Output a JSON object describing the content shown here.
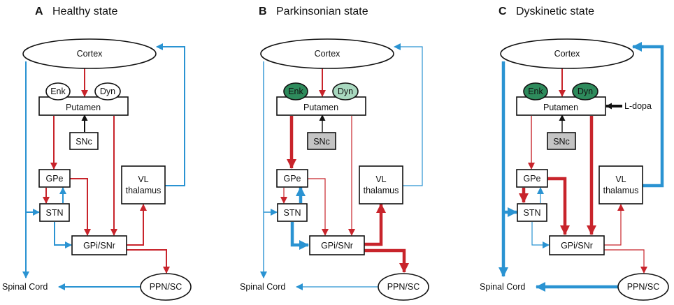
{
  "colors": {
    "excitatory": "#2a93d2",
    "inhibitory": "#c8242b",
    "dopamine_dark": "#2e8b5c",
    "dopamine_light": "#a8d8bf",
    "snc_lesioned": "#c4c4c4",
    "line": "#111111"
  },
  "panels": [
    {
      "letter": "A",
      "title": "Healthy state",
      "labels": {
        "cortex": "Cortex",
        "enk": "Enk",
        "dyn": "Dyn",
        "putamen": "Putamen",
        "snc": "SNc",
        "gpe": "GPe",
        "stn": "STN",
        "vl1": "VL",
        "vl2": "thalamus",
        "gpi": "GPi/SNr",
        "ppn": "PPN/SC",
        "spinal": "Spinal Cord",
        "ldopa": ""
      }
    },
    {
      "letter": "B",
      "title": "Parkinsonian state",
      "labels": {
        "cortex": "Cortex",
        "enk": "Enk",
        "dyn": "Dyn",
        "putamen": "Putamen",
        "snc": "SNc",
        "gpe": "GPe",
        "stn": "STN",
        "vl1": "VL",
        "vl2": "thalamus",
        "gpi": "GPi/SNr",
        "ppn": "PPN/SC",
        "spinal": "Spinal Cord",
        "ldopa": ""
      }
    },
    {
      "letter": "C",
      "title": "Dyskinetic state",
      "labels": {
        "cortex": "Cortex",
        "enk": "Enk",
        "dyn": "Dyn",
        "putamen": "Putamen",
        "snc": "SNc",
        "gpe": "GPe",
        "stn": "STN",
        "vl1": "VL",
        "vl2": "thalamus",
        "gpi": "GPi/SNr",
        "ppn": "PPN/SC",
        "spinal": "Spinal Cord",
        "ldopa": "L-dopa"
      }
    }
  ]
}
